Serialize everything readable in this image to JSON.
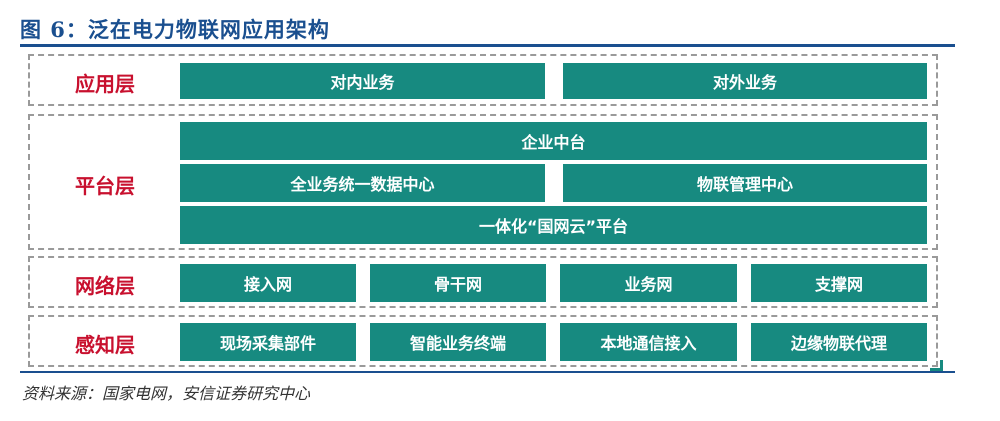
{
  "figure": {
    "title": "图 6：泛在电力物联网应用架构",
    "source": "资料来源：国家电网，安信证券研究中心"
  },
  "layers": {
    "application": {
      "label": "应用层",
      "boxes": [
        "对内业务",
        "对外业务"
      ]
    },
    "platform": {
      "label": "平台层",
      "top": "企业中台",
      "middle": [
        "全业务统一数据中心",
        "物联管理中心"
      ],
      "bottom": "一体化“国网云”平台"
    },
    "network": {
      "label": "网络层",
      "boxes": [
        "接入网",
        "骨干网",
        "业务网",
        "支撑网"
      ]
    },
    "perception": {
      "label": "感知层",
      "boxes": [
        "现场采集部件",
        "智能业务终端",
        "本地通信接入",
        "边缘物联代理"
      ]
    }
  },
  "colors": {
    "box": "#178a80",
    "layer_label": "#c8102e",
    "title": "#1a4f8f",
    "dashed_border": "#9a9a9a"
  }
}
